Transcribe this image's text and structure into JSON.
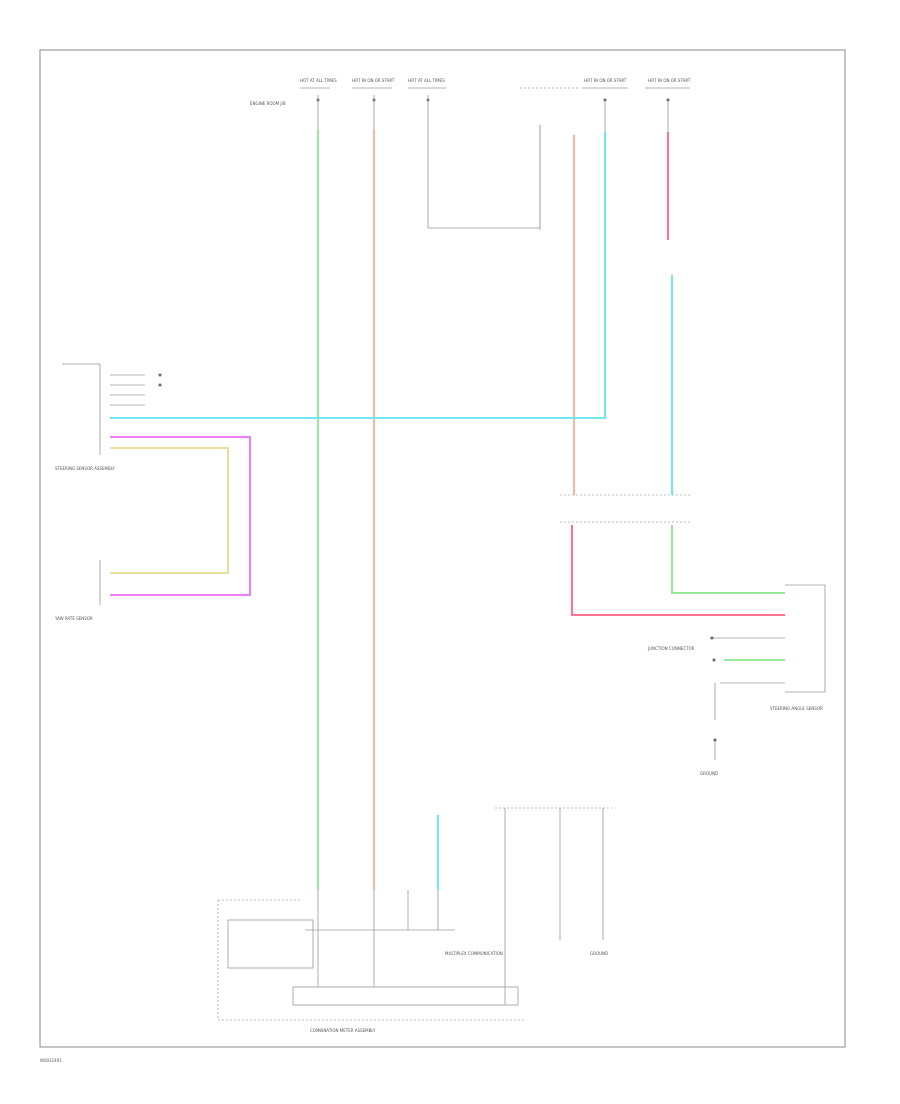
{
  "page": {
    "figure_id": "W0031491"
  },
  "colors": {
    "light_green": "#90ee90",
    "light_blue": "#5fe6ee",
    "pink": "#ff6f8f",
    "magenta": "#f07ef0",
    "tan": "#e8e0a0",
    "orange": "#f5b89a",
    "gray_wire": "#b0b0b0"
  },
  "labels": {
    "top_left_fuse_1": "HOT AT ALL TIMES",
    "top_left_fuse_2": "HOT IN ON OR START",
    "top_left_fuse_3": "HOT AT ALL TIMES",
    "top_right_fuse_1": "HOT IN ON OR START",
    "top_right_fuse_2": "HOT IN ON OR START",
    "engine_room_jb": "ENGINE ROOM J/B",
    "left_module": "STEERING SENSOR ASSEMBLY",
    "lower_left_module": "YAW RATE SENSOR",
    "right_connector": "STEERING ANGLE SENSOR",
    "center_connector": "JUNCTION CONNECTOR",
    "ground": "GROUND",
    "bottom_module": "COMBINATION METER ASSEMBLY",
    "multiplex": "MULTIPLEX COMMUNICATION",
    "bottom_ground": "GROUND"
  }
}
